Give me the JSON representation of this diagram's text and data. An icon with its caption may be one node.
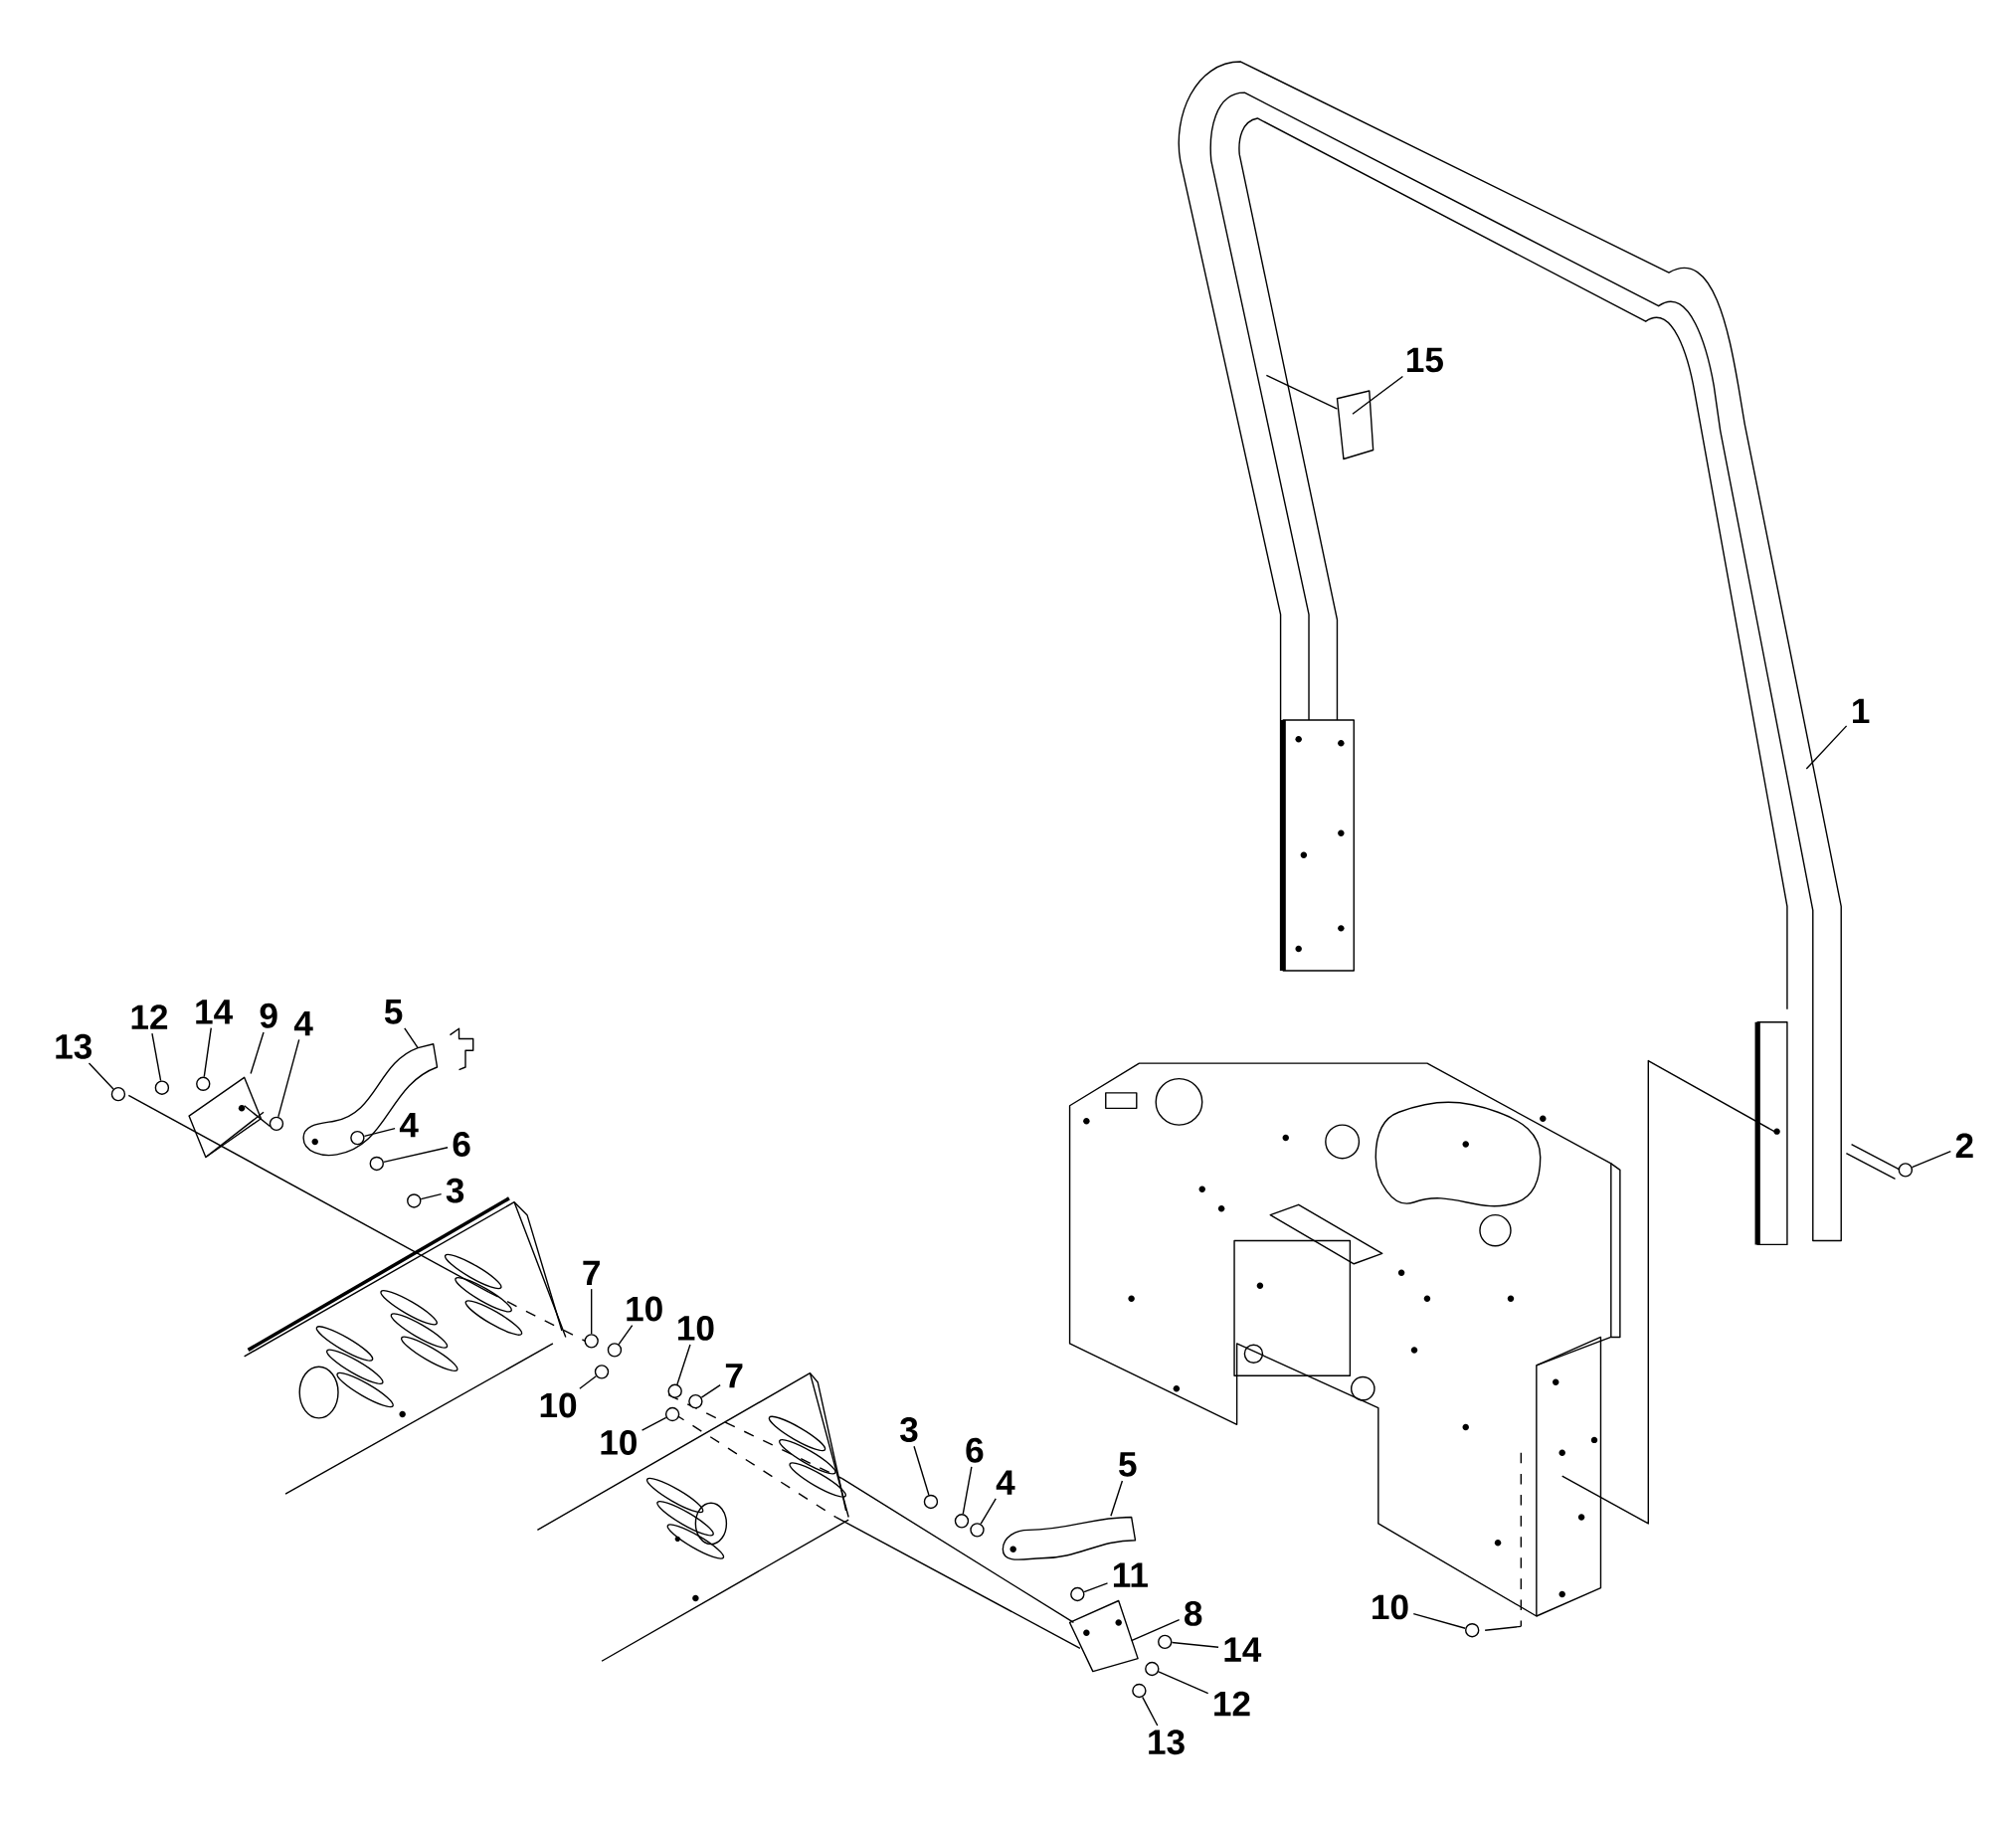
{
  "diagram": {
    "nodes": [
      {
        "text": [
          "15"
        ]
      },
      {
        "text": [
          "1"
        ]
      },
      {
        "text": [
          "12"
        ]
      },
      {
        "text": [
          "14"
        ]
      },
      {
        "text": [
          "9"
        ]
      },
      {
        "text": [
          "5"
        ]
      },
      {
        "text": [
          "4"
        ]
      },
      {
        "text": [
          "13"
        ]
      },
      {
        "text": [
          "4"
        ]
      },
      {
        "text": [
          "6"
        ]
      },
      {
        "text": [
          "2"
        ]
      },
      {
        "text": [
          "3"
        ]
      },
      {
        "text": [
          "7"
        ]
      },
      {
        "text": [
          "10"
        ]
      },
      {
        "text": [
          "10"
        ]
      },
      {
        "text": [
          "7"
        ]
      },
      {
        "text": [
          "10"
        ]
      },
      {
        "text": [
          "10"
        ]
      },
      {
        "text": [
          "3"
        ]
      },
      {
        "text": [
          "6"
        ]
      },
      {
        "text": [
          "5"
        ]
      },
      {
        "text": [
          "4"
        ]
      },
      {
        "text": [
          "11"
        ]
      },
      {
        "text": [
          "10"
        ]
      },
      {
        "text": [
          "8"
        ]
      },
      {
        "text": [
          "14"
        ]
      },
      {
        "text": [
          "12"
        ]
      },
      {
        "text": [
          "13"
        ]
      },
      {
        "text": [],
        "shape": "circle"
      },
      {
        "text": [],
        "shape": "circle"
      },
      {
        "text": [],
        "shape": "circle"
      },
      {
        "text": [],
        "shape": "circle"
      },
      {
        "text": [],
        "shape": "circle"
      },
      {
        "text": [],
        "shape": "circle"
      },
      {
        "text": [],
        "shape": "circle"
      },
      {
        "text": [],
        "shape": "circle"
      },
      {
        "text": [],
        "shape": "circle"
      },
      {
        "text": [],
        "shape": "circle"
      },
      {
        "text": [],
        "shape": "circle"
      },
      {
        "text": [],
        "shape": "circle"
      },
      {
        "text": [],
        "shape": "circle"
      },
      {
        "text": [],
        "shape": "circle"
      },
      {
        "text": [],
        "shape": "circle"
      },
      {
        "text": [],
        "shape": "circle"
      },
      {
        "text": [],
        "shape": "circle"
      },
      {
        "text": [],
        "shape": "circle"
      },
      {
        "text": [],
        "shape": "circle"
      },
      {
        "text": [],
        "shape": "circle"
      },
      {
        "text": [],
        "shape": "circle"
      },
      {
        "text": [],
        "shape": "circle"
      }
    ],
    "edges": [
      {
        "from": 0,
        "to": null,
        "arrow": "none"
      },
      {
        "from": 1,
        "to": null,
        "arrow": "none"
      },
      {
        "from": 2,
        "to": 29,
        "arrow": "none"
      },
      {
        "from": 3,
        "to": 28,
        "arrow": "none"
      },
      {
        "from": 4,
        "to": null,
        "arrow": "none"
      },
      {
        "from": 5,
        "to": null,
        "arrow": "none"
      },
      {
        "from": 6,
        "to": 31,
        "arrow": "none"
      },
      {
        "from": 7,
        "to": 30,
        "arrow": "none"
      },
      {
        "from": 8,
        "to": 32,
        "arrow": "none"
      },
      {
        "from": 9,
        "to": 33,
        "arrow": "none"
      },
      {
        "from": 10,
        "to": 34,
        "arrow": "none"
      },
      {
        "from": 11,
        "to": 35,
        "arrow": "none"
      },
      {
        "from": 12,
        "to": 36,
        "arrow": "none"
      },
      {
        "from": 13,
        "to": 37,
        "arrow": "none"
      },
      {
        "from": 14,
        "to": 39,
        "arrow": "none"
      },
      {
        "from": 15,
        "to": 40,
        "arrow": "none"
      },
      {
        "from": 16,
        "to": 38,
        "arrow": "none"
      },
      {
        "from": 17,
        "to": 41,
        "arrow": "none"
      },
      {
        "from": 18,
        "to": 42,
        "arrow": "none"
      },
      {
        "from": 19,
        "to": 43,
        "arrow": "none"
      },
      {
        "from": 20,
        "to": null,
        "arrow": "none"
      },
      {
        "from": 21,
        "to": 44,
        "arrow": "none"
      },
      {
        "from": 22,
        "to": 45,
        "arrow": "none"
      },
      {
        "from": 23,
        "to": 46,
        "arrow": "none"
      },
      {
        "from": 24,
        "to": null,
        "arrow": "none"
      },
      {
        "from": 25,
        "to": 47,
        "arrow": "none"
      },
      {
        "from": 26,
        "to": 48,
        "arrow": "none"
      },
      {
        "from": 27,
        "to": 49,
        "arrow": "none"
      }
    ]
  }
}
